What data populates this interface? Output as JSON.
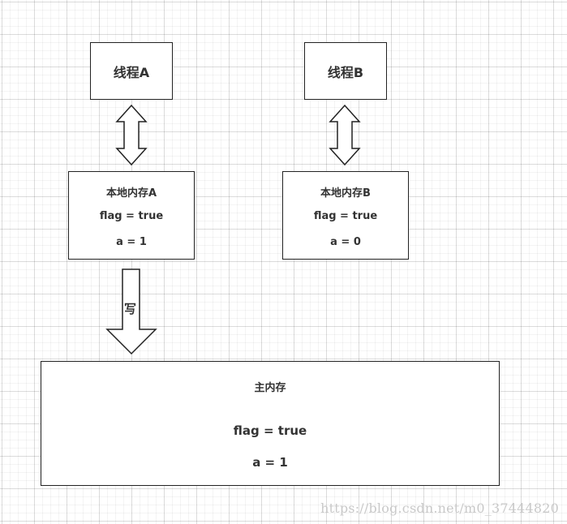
{
  "thread_a": {
    "label": "线程A"
  },
  "thread_b": {
    "label": "线程B"
  },
  "local_memory_a": {
    "title": "本地内存A",
    "flag": "flag = true",
    "a": "a = 1"
  },
  "local_memory_b": {
    "title": "本地内存B",
    "flag": "flag = true",
    "a": "a = 0"
  },
  "write_arrow": {
    "label": "写"
  },
  "main_memory": {
    "title": "主内存",
    "flag": "flag = true",
    "a": "a = 1"
  },
  "watermark": {
    "text": "https://blog.csdn.net/m0_37444820"
  }
}
